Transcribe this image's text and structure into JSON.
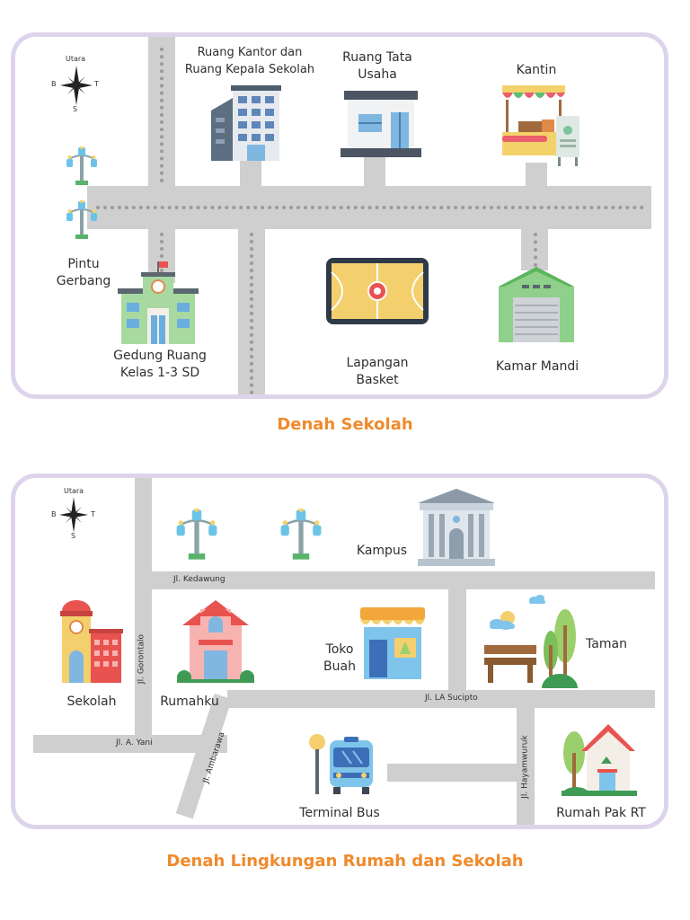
{
  "map1": {
    "compass": {
      "north": "Utara",
      "west": "B",
      "east": "T",
      "south": "S"
    },
    "labels": {
      "office": "Ruang Kantor dan\nRuang Kepala Sekolah",
      "admin": "Ruang Tata\nUsaha",
      "canteen": "Kantin",
      "gate": "Pintu\nGerbang",
      "classrooms": "Gedung Ruang\nKelas 1-3 SD",
      "basketball": "Lapangan\nBasket",
      "toilet": "Kamar Mandi"
    },
    "caption": "Denah Sekolah"
  },
  "map2": {
    "compass": {
      "north": "Utara",
      "west": "B",
      "east": "T",
      "south": "S"
    },
    "labels": {
      "campus": "Kampus",
      "school": "Sekolah",
      "home": "Rumahku",
      "fruit_shop": "Toko\nBuah",
      "park": "Taman",
      "bus_terminal": "Terminal Bus",
      "rt_house": "Rumah Pak RT"
    },
    "streets": {
      "kedawung": "Jl. Kedawung",
      "gorontalo": "Jl. Gorontalo",
      "la_sucipto": "Jl. LA Sucipto",
      "a_yani": "Jl. A. Yani",
      "ambarawa": "Jl. Ambarawa",
      "hayamwuruk": "Jl. Hayamwuruk"
    },
    "caption": "Denah Lingkungan Rumah dan Sekolah"
  },
  "colors": {
    "caption": "#f08a2c",
    "frame": "#ddd4ec",
    "road": "#cfcfcf"
  }
}
